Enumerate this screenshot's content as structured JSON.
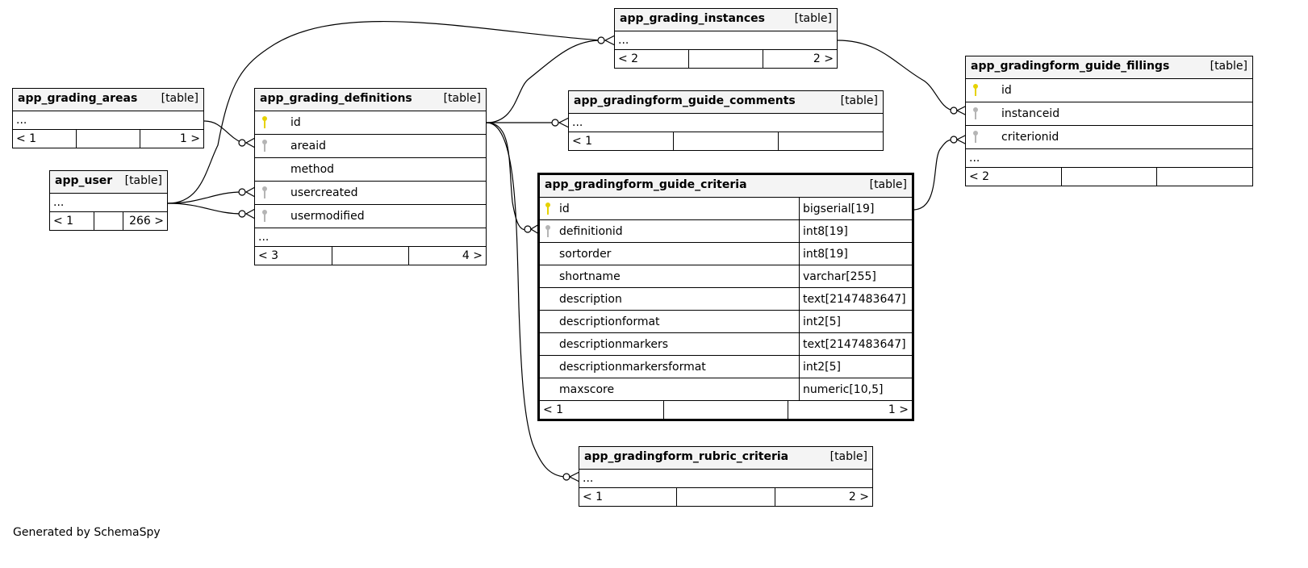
{
  "tables": {
    "grading_instances": {
      "name": "app_grading_instances",
      "kind": "[table]",
      "ellipsis": "...",
      "footer": [
        "< 2",
        "",
        "2 >"
      ]
    },
    "grading_areas": {
      "name": "app_grading_areas",
      "kind": "[table]",
      "ellipsis": "...",
      "footer": [
        "< 1",
        "",
        "1 >"
      ]
    },
    "grading_definitions": {
      "name": "app_grading_definitions",
      "kind": "[table]",
      "columns": [
        {
          "name": "id",
          "key": "pk"
        },
        {
          "name": "areaid",
          "key": "fk"
        },
        {
          "name": "method",
          "key": ""
        },
        {
          "name": "usercreated",
          "key": "fk"
        },
        {
          "name": "usermodified",
          "key": "fk"
        }
      ],
      "ellipsis": "...",
      "footer": [
        "< 3",
        "",
        "4 >"
      ]
    },
    "guide_comments": {
      "name": "app_gradingform_guide_comments",
      "kind": "[table]",
      "ellipsis": "...",
      "footer": [
        "< 1",
        "",
        ""
      ]
    },
    "guide_fillings": {
      "name": "app_gradingform_guide_fillings",
      "kind": "[table]",
      "columns": [
        {
          "name": "id",
          "key": "pk"
        },
        {
          "name": "instanceid",
          "key": "fk"
        },
        {
          "name": "criterionid",
          "key": "fk"
        }
      ],
      "ellipsis": "...",
      "footer": [
        "< 2",
        "",
        ""
      ]
    },
    "user": {
      "name": "app_user",
      "kind": "[table]",
      "ellipsis": "...",
      "footer": [
        "< 1",
        "",
        "266 >"
      ]
    },
    "guide_criteria": {
      "name": "app_gradingform_guide_criteria",
      "kind": "[table]",
      "columns": [
        {
          "name": "id",
          "type": "bigserial[19]",
          "key": "pk"
        },
        {
          "name": "definitionid",
          "type": "int8[19]",
          "key": "fk"
        },
        {
          "name": "sortorder",
          "type": "int8[19]",
          "key": ""
        },
        {
          "name": "shortname",
          "type": "varchar[255]",
          "key": ""
        },
        {
          "name": "description",
          "type": "text[2147483647]",
          "key": ""
        },
        {
          "name": "descriptionformat",
          "type": "int2[5]",
          "key": ""
        },
        {
          "name": "descriptionmarkers",
          "type": "text[2147483647]",
          "key": ""
        },
        {
          "name": "descriptionmarkersformat",
          "type": "int2[5]",
          "key": ""
        },
        {
          "name": "maxscore",
          "type": "numeric[10,5]",
          "key": ""
        }
      ],
      "footer": [
        "< 1",
        "",
        "1 >"
      ]
    },
    "rubric_criteria": {
      "name": "app_gradingform_rubric_criteria",
      "kind": "[table]",
      "ellipsis": "...",
      "footer": [
        "< 1",
        "",
        "2 >"
      ]
    }
  },
  "generated_by": "Generated by SchemaSpy",
  "colors": {
    "pk_key": "#e6d200",
    "fk_key": "#b5b5b5",
    "header_bg": "#f4f4f4"
  }
}
